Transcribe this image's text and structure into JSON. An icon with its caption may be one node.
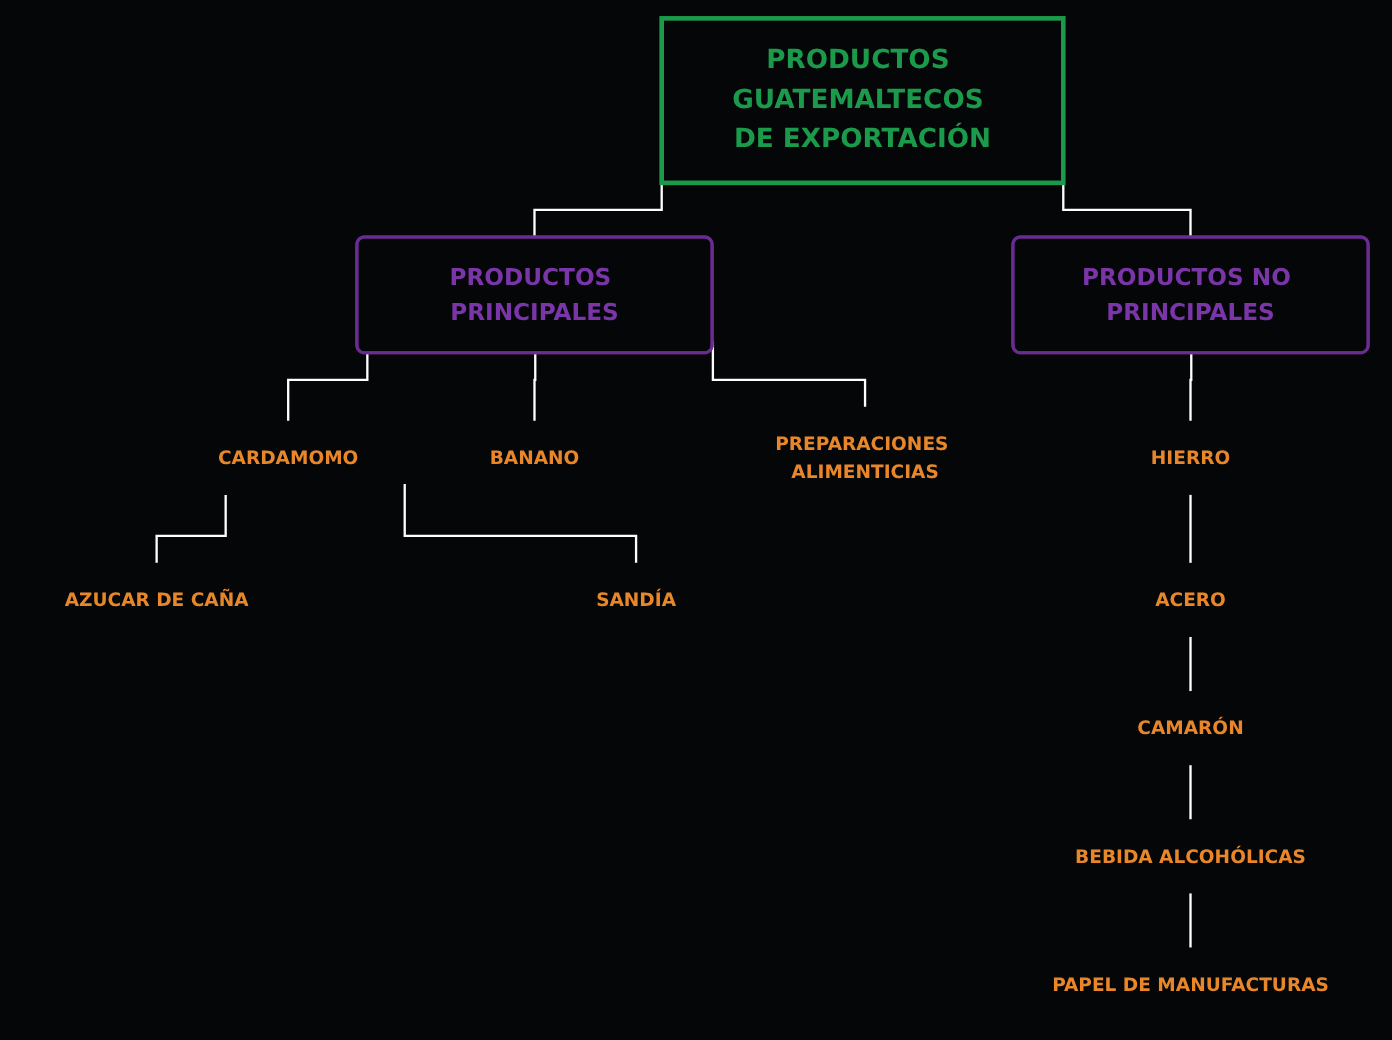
{
  "diagram": {
    "nodes": [
      {
        "text": [
          "PRODUCTOS GUATEMALTECOS DE EXPORTACIÓN"
        ]
      },
      {
        "text": [
          "PRODUCTOS PRINCIPALES"
        ]
      },
      {
        "text": [
          "CARDAMOMO"
        ]
      },
      {
        "text": [
          "AZUCAR DE CAÑA"
        ]
      },
      {
        "text": [
          "SANDÍA"
        ]
      },
      {
        "text": [
          "BANANO"
        ]
      },
      {
        "text": [
          "PREPARACIONES ALIMENTICIAS"
        ]
      },
      {
        "text": [
          "PRODUCTOS NO PRINCIPALES"
        ]
      },
      {
        "text": [
          "HIERRO"
        ]
      },
      {
        "text": [
          "ACERO"
        ]
      },
      {
        "text": [
          "CAMARÓN"
        ]
      },
      {
        "text": [
          "BEBIDA ALCOHÓLICAS"
        ]
      },
      {
        "text": [
          "PAPEL DE MANUFACTURAS"
        ]
      }
    ],
    "edges": [
      {
        "from": 0,
        "to": 1,
        "arrow": "none"
      },
      {
        "from": 0,
        "to": 7,
        "arrow": "none"
      },
      {
        "from": 1,
        "to": 2,
        "arrow": "none"
      },
      {
        "from": 2,
        "to": 3,
        "arrow": "none"
      },
      {
        "from": 2,
        "to": 4,
        "arrow": "none"
      },
      {
        "from": 1,
        "to": 5,
        "arrow": "none"
      },
      {
        "from": 1,
        "to": 6,
        "arrow": "none"
      },
      {
        "from": 7,
        "to": 8,
        "arrow": "none"
      },
      {
        "from": 8,
        "to": 9,
        "arrow": "none"
      },
      {
        "from": 9,
        "to": 10,
        "arrow": "none"
      },
      {
        "from": 10,
        "to": 11,
        "arrow": "none"
      },
      {
        "from": 11,
        "to": 12,
        "arrow": "none"
      }
    ]
  }
}
